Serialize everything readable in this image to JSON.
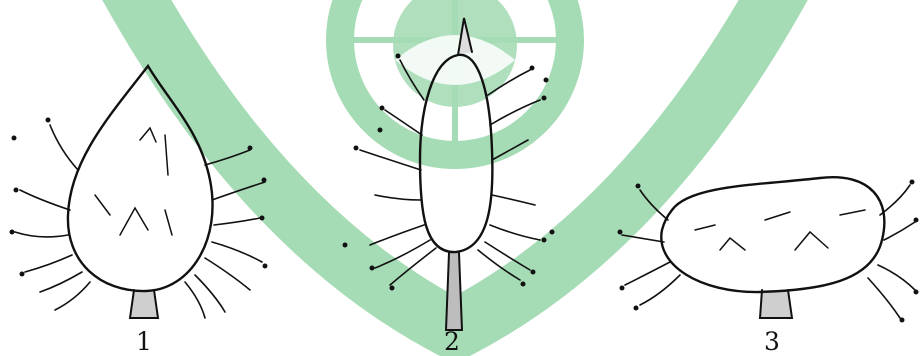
{
  "figures": [
    {
      "label": "1",
      "shape": "ovate-pointed"
    },
    {
      "label": "2",
      "shape": "oblong-acuminate"
    },
    {
      "label": "3",
      "shape": "reniform"
    }
  ],
  "watermark": {
    "color": "#a6dcb5"
  },
  "colors": {
    "ink": "#111111"
  }
}
